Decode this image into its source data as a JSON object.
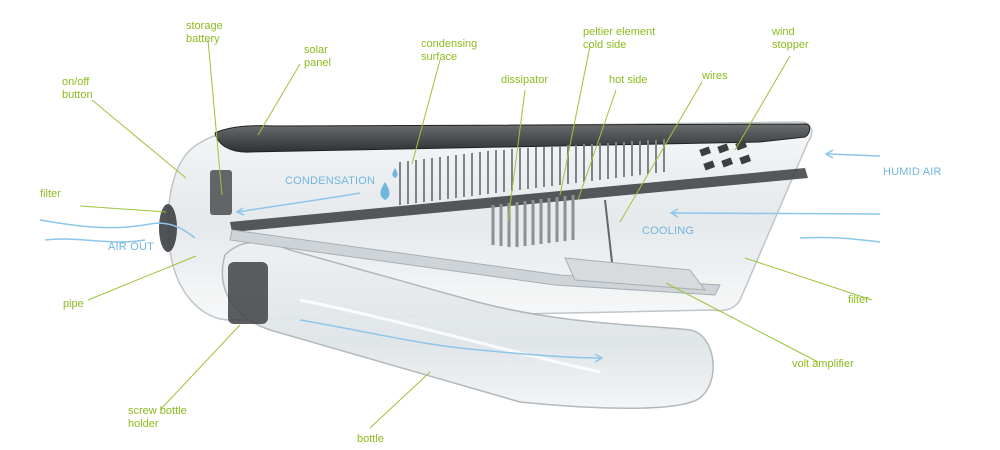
{
  "labels": {
    "storage_battery": "storage\nbattery",
    "solar_panel": "solar\npanel",
    "condensing_surface": "condensing\nsurface",
    "peltier_cold_side": "peltier element\ncold side",
    "wind_stopper": "wind\nstopper",
    "on_off_button": "on/off\nbutton",
    "dissipator": "dissipator",
    "hot_side": "hot side",
    "wires": "wires",
    "filter_left": "filter",
    "pipe": "pipe",
    "filter_right": "filter",
    "volt_amplifier": "volt amplifier",
    "screw_bottle_holder": "screw bottle\nholder",
    "bottle": "bottle"
  },
  "flows": {
    "condensation": "CONDENSATION",
    "humid_air": "HUMID AIR",
    "cooling": "COOLING",
    "air_out": "AIR OUT"
  },
  "colors": {
    "label": "#8dbb1f",
    "flow": "#6fb6e0",
    "leader": "#9cc43a"
  }
}
